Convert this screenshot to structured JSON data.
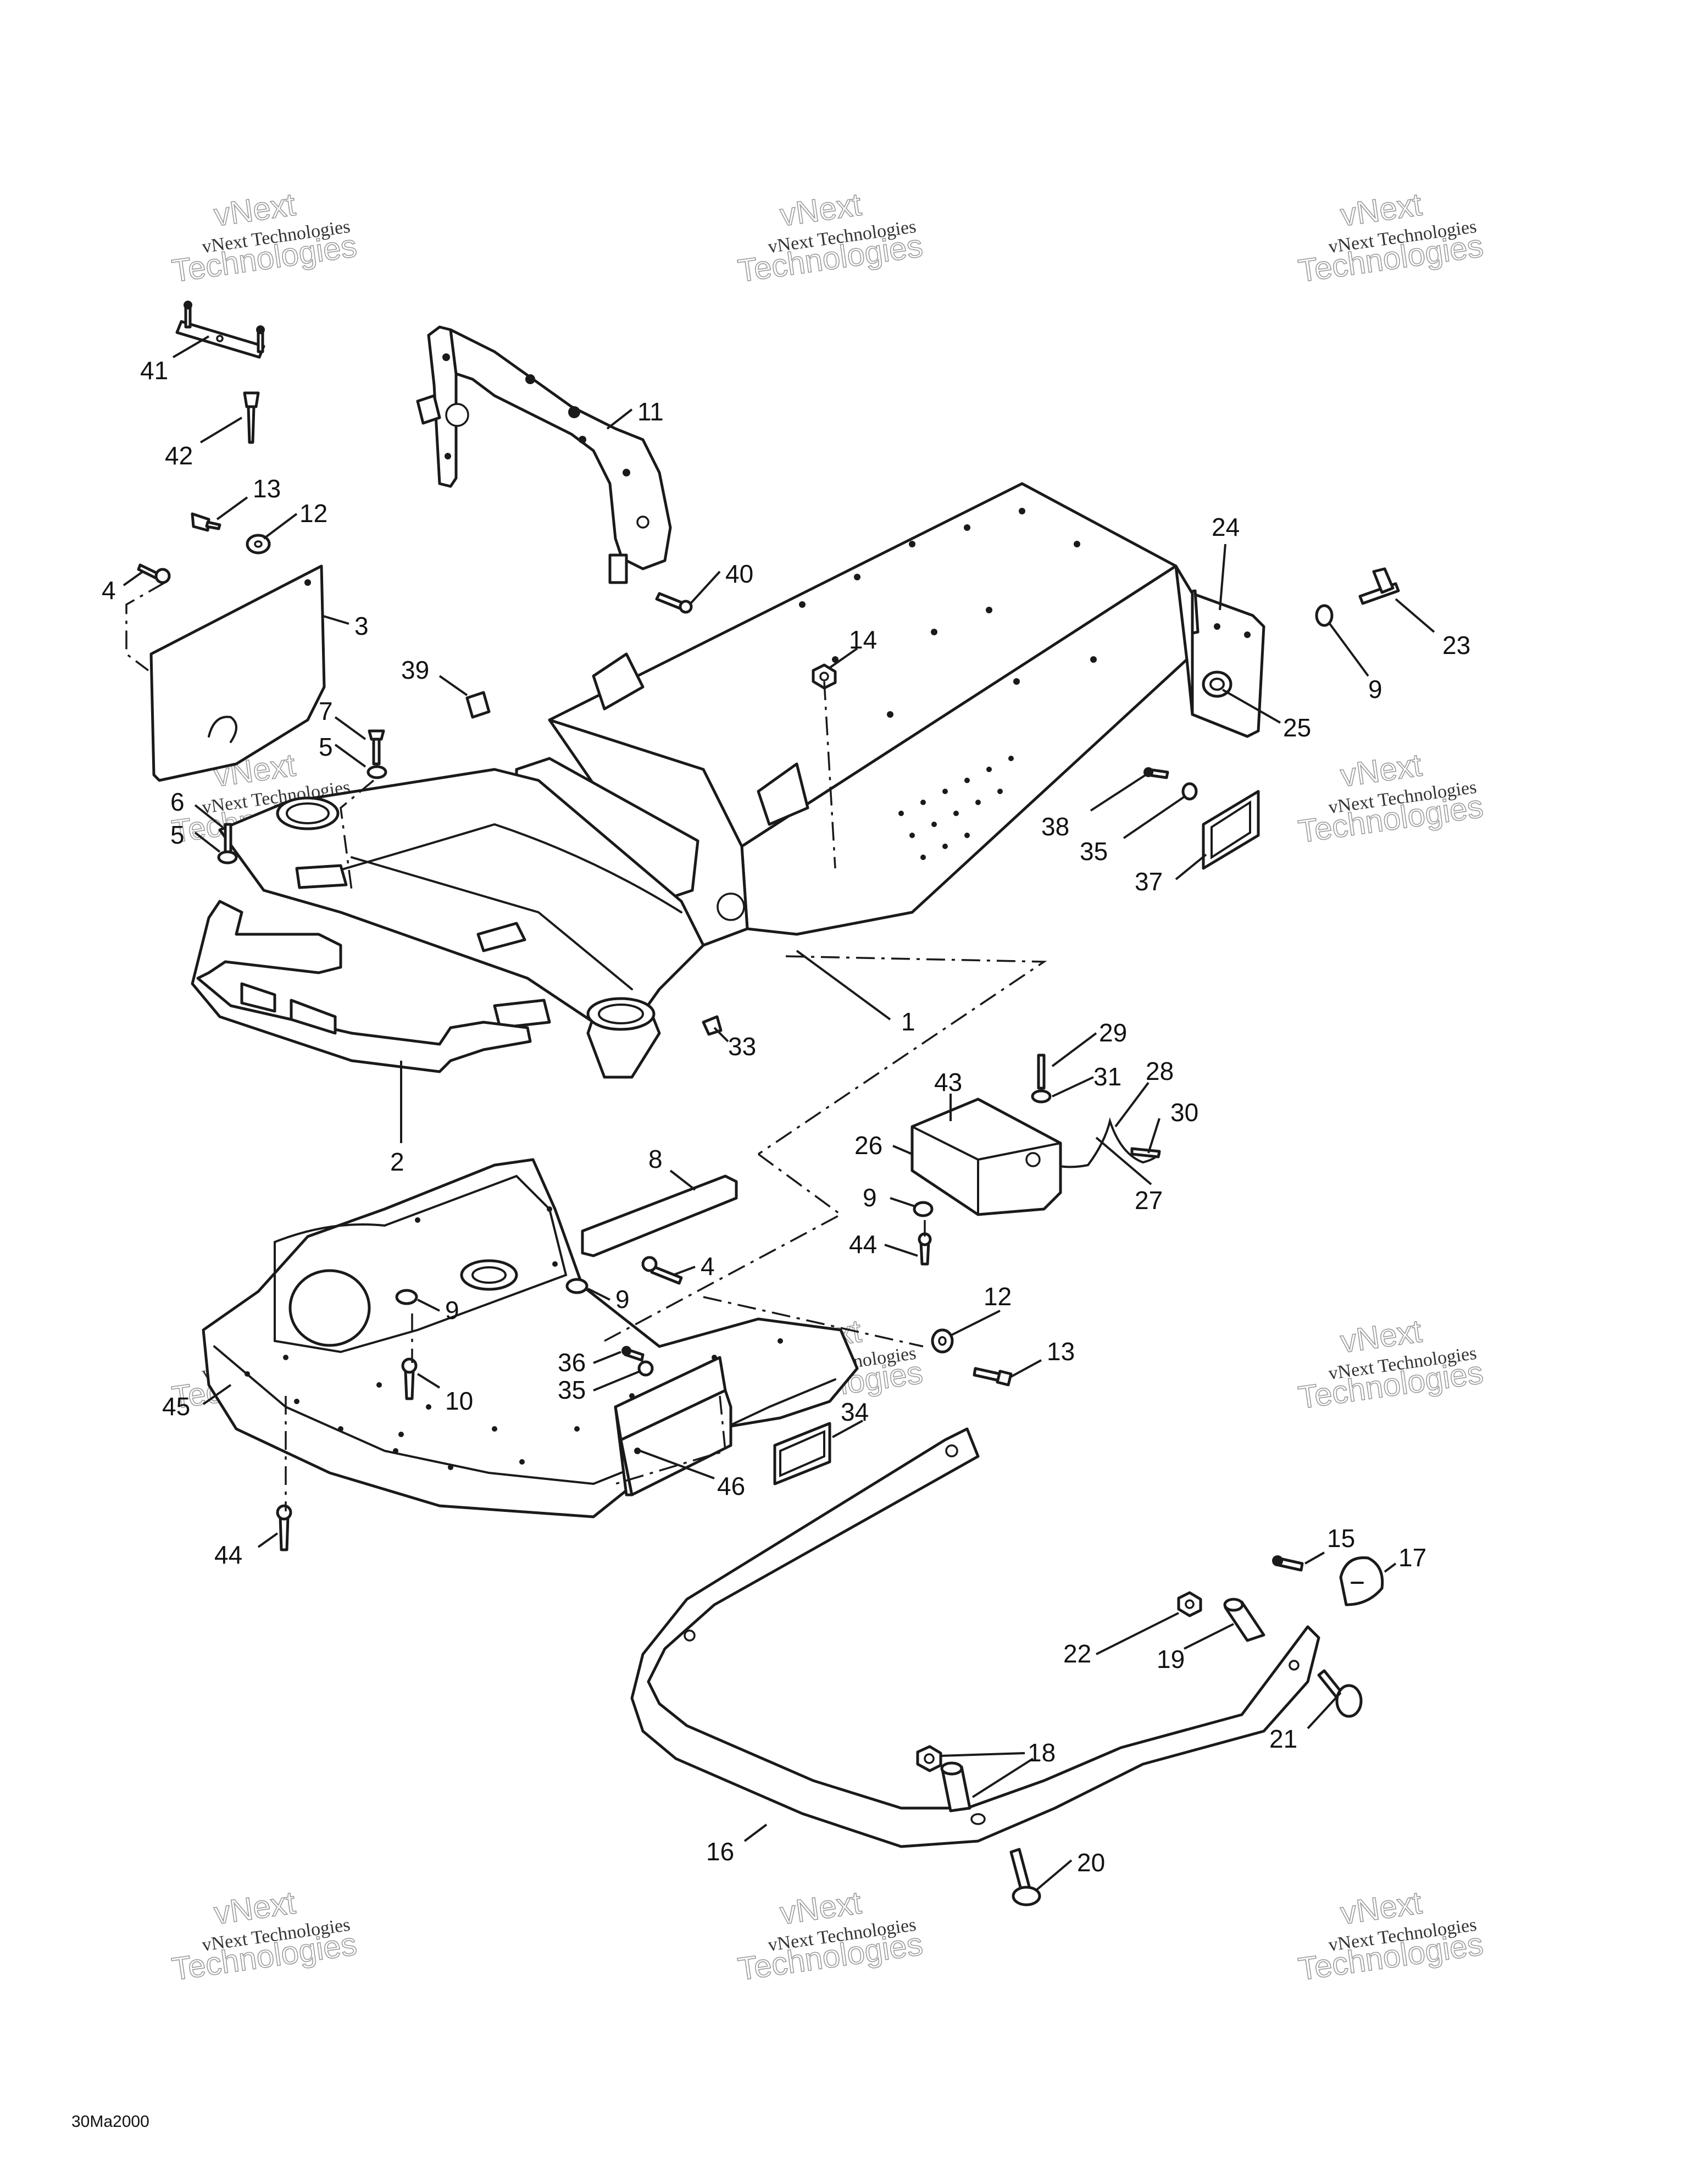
{
  "diagram": {
    "callouts": [
      {
        "id": "c41",
        "label": "41"
      },
      {
        "id": "c42",
        "label": "42"
      },
      {
        "id": "c11",
        "label": "11"
      },
      {
        "id": "c13a",
        "label": "13"
      },
      {
        "id": "c12a",
        "label": "12"
      },
      {
        "id": "c4a",
        "label": "4"
      },
      {
        "id": "c3",
        "label": "3"
      },
      {
        "id": "c40",
        "label": "40"
      },
      {
        "id": "c24",
        "label": "24"
      },
      {
        "id": "c23",
        "label": "23"
      },
      {
        "id": "c14",
        "label": "14"
      },
      {
        "id": "c39",
        "label": "39"
      },
      {
        "id": "c9a",
        "label": "9"
      },
      {
        "id": "c25",
        "label": "25"
      },
      {
        "id": "c7",
        "label": "7"
      },
      {
        "id": "c5a",
        "label": "5"
      },
      {
        "id": "c6",
        "label": "6"
      },
      {
        "id": "c5b",
        "label": "5"
      },
      {
        "id": "c38",
        "label": "38"
      },
      {
        "id": "c35a",
        "label": "35"
      },
      {
        "id": "c37",
        "label": "37"
      },
      {
        "id": "c1",
        "label": "1"
      },
      {
        "id": "c33",
        "label": "33"
      },
      {
        "id": "c29",
        "label": "29"
      },
      {
        "id": "c31",
        "label": "31"
      },
      {
        "id": "c28",
        "label": "28"
      },
      {
        "id": "c30",
        "label": "30"
      },
      {
        "id": "c2",
        "label": "2"
      },
      {
        "id": "c43",
        "label": "43"
      },
      {
        "id": "c8",
        "label": "8"
      },
      {
        "id": "c26",
        "label": "26"
      },
      {
        "id": "c27",
        "label": "27"
      },
      {
        "id": "c9b",
        "label": "9"
      },
      {
        "id": "c44a",
        "label": "44"
      },
      {
        "id": "c4b",
        "label": "4"
      },
      {
        "id": "c9c",
        "label": "9"
      },
      {
        "id": "c9d",
        "label": "9"
      },
      {
        "id": "c12b",
        "label": "12"
      },
      {
        "id": "c13b",
        "label": "13"
      },
      {
        "id": "c36",
        "label": "36"
      },
      {
        "id": "c35b",
        "label": "35"
      },
      {
        "id": "c10",
        "label": "10"
      },
      {
        "id": "c45",
        "label": "45"
      },
      {
        "id": "c34",
        "label": "34"
      },
      {
        "id": "c46",
        "label": "46"
      },
      {
        "id": "c44b",
        "label": "44"
      },
      {
        "id": "c15",
        "label": "15"
      },
      {
        "id": "c17",
        "label": "17"
      },
      {
        "id": "c22",
        "label": "22"
      },
      {
        "id": "c19",
        "label": "19"
      },
      {
        "id": "c21",
        "label": "21"
      },
      {
        "id": "c18",
        "label": "18"
      },
      {
        "id": "c16",
        "label": "16"
      },
      {
        "id": "c20",
        "label": "20"
      }
    ],
    "watermark": {
      "line1": "vNext Technologies",
      "line2": "Technologies",
      "line3": "vNext"
    },
    "footer": "30Ma2000"
  }
}
